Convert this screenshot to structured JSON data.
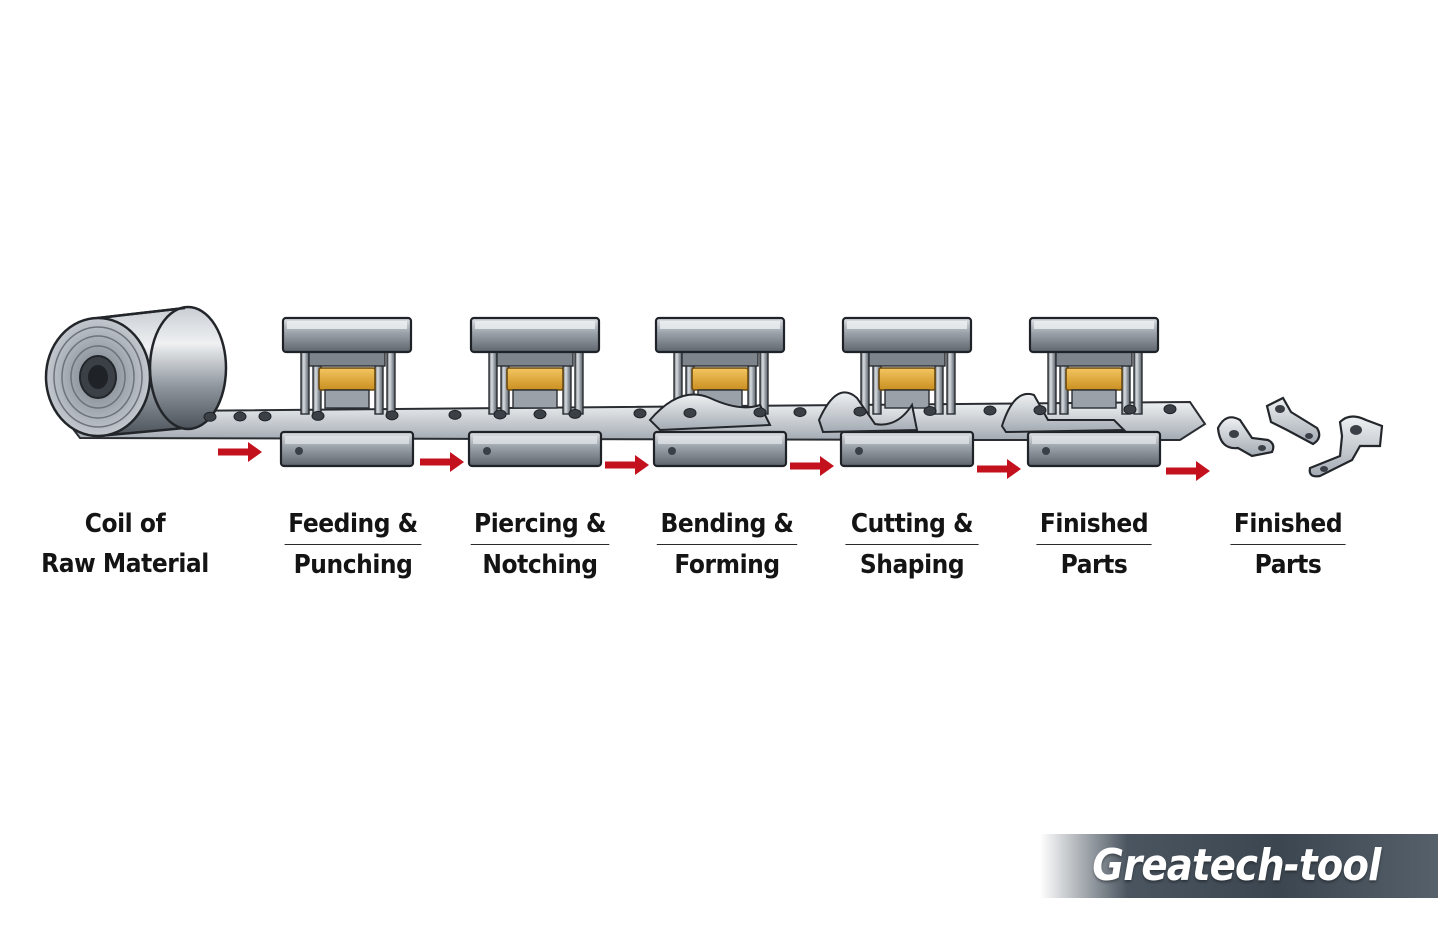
{
  "stages": [
    {
      "line1": "Coil of",
      "line2": "Raw Material",
      "underline": false
    },
    {
      "line1": "Feeding &",
      "line2": "Punching",
      "underline": true
    },
    {
      "line1": "Piercing &",
      "line2": "Notching",
      "underline": true
    },
    {
      "line1": "Bending &",
      "line2": "Forming",
      "underline": true
    },
    {
      "line1": "Cutting &",
      "line2": "Shaping",
      "underline": true
    },
    {
      "line1": "Finished",
      "line2": "Parts",
      "underline": true
    },
    {
      "line1": "Finished",
      "line2": "Parts",
      "underline": true
    }
  ],
  "watermark": "Greatech-tool",
  "colors": {
    "arrow": "#c3111d",
    "steel": "#8e959e",
    "pad": "#e2a935"
  }
}
